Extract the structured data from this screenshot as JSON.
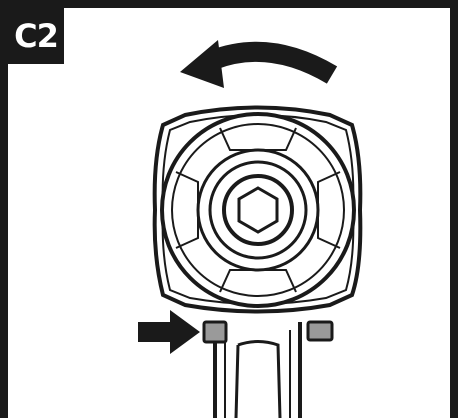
{
  "figure": {
    "label": "C2",
    "colors": {
      "ink": "#1a1a1a",
      "paper": "#ffffff",
      "button": "#9a9a9a"
    },
    "parts": [
      "rotation-arrow",
      "chuck-housing",
      "hex-socket",
      "forward-reverse-button",
      "pointer-arrow",
      "handle"
    ]
  }
}
